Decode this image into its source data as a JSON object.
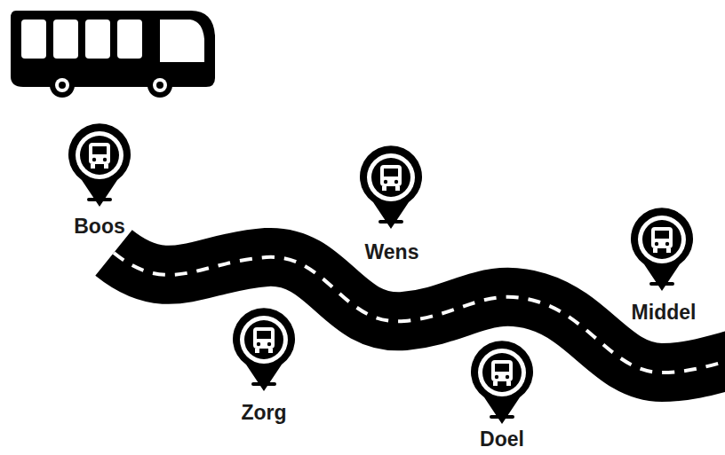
{
  "diagram": {
    "labels": [
      "Boos",
      "Wens",
      "Middel",
      "Zorg",
      "Doel"
    ]
  }
}
